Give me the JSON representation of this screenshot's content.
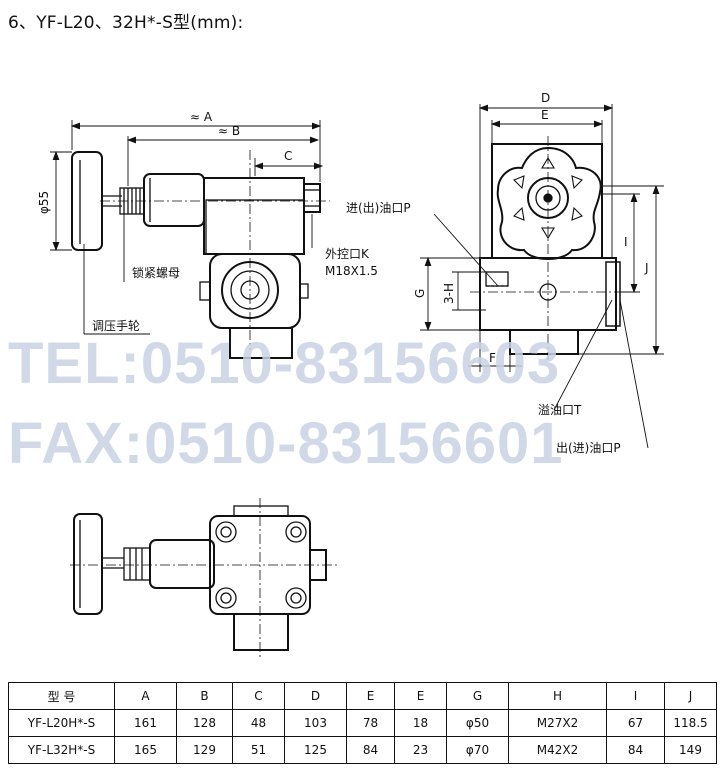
{
  "title": "6、YF-L20、32H*-S型(mm):",
  "labels": {
    "dim_a": "≈ A",
    "dim_b": "≈ B",
    "dim_c": "C",
    "dim_d": "D",
    "dim_e": "E",
    "dim_f": "F",
    "dim_g": "G",
    "dim_3h": "3-H",
    "dim_i": "I",
    "dim_j": "J",
    "phi55": "φ55",
    "lock_nut": "锁紧螺母",
    "adjust_wheel": "调压手轮",
    "ext_port": "外控口K",
    "ext_thread": "M18X1.5",
    "in_port": "进(出)油口P",
    "overflow_port": "溢油口T",
    "out_port": "出(进)油口P"
  },
  "watermark": {
    "tel": "TEL:0510-83156603",
    "fax": "FAX:0510-83156601"
  },
  "table": {
    "headers": [
      "型 号",
      "A",
      "B",
      "C",
      "D",
      "E",
      "E",
      "G",
      "H",
      "I",
      "J"
    ],
    "rows": [
      [
        "YF-L20H*-S",
        "161",
        "128",
        "48",
        "103",
        "78",
        "18",
        "φ50",
        "M27X2",
        "67",
        "118.5"
      ],
      [
        "YF-L32H*-S",
        "165",
        "129",
        "51",
        "125",
        "84",
        "23",
        "φ70",
        "M42X2",
        "84",
        "149"
      ]
    ]
  }
}
